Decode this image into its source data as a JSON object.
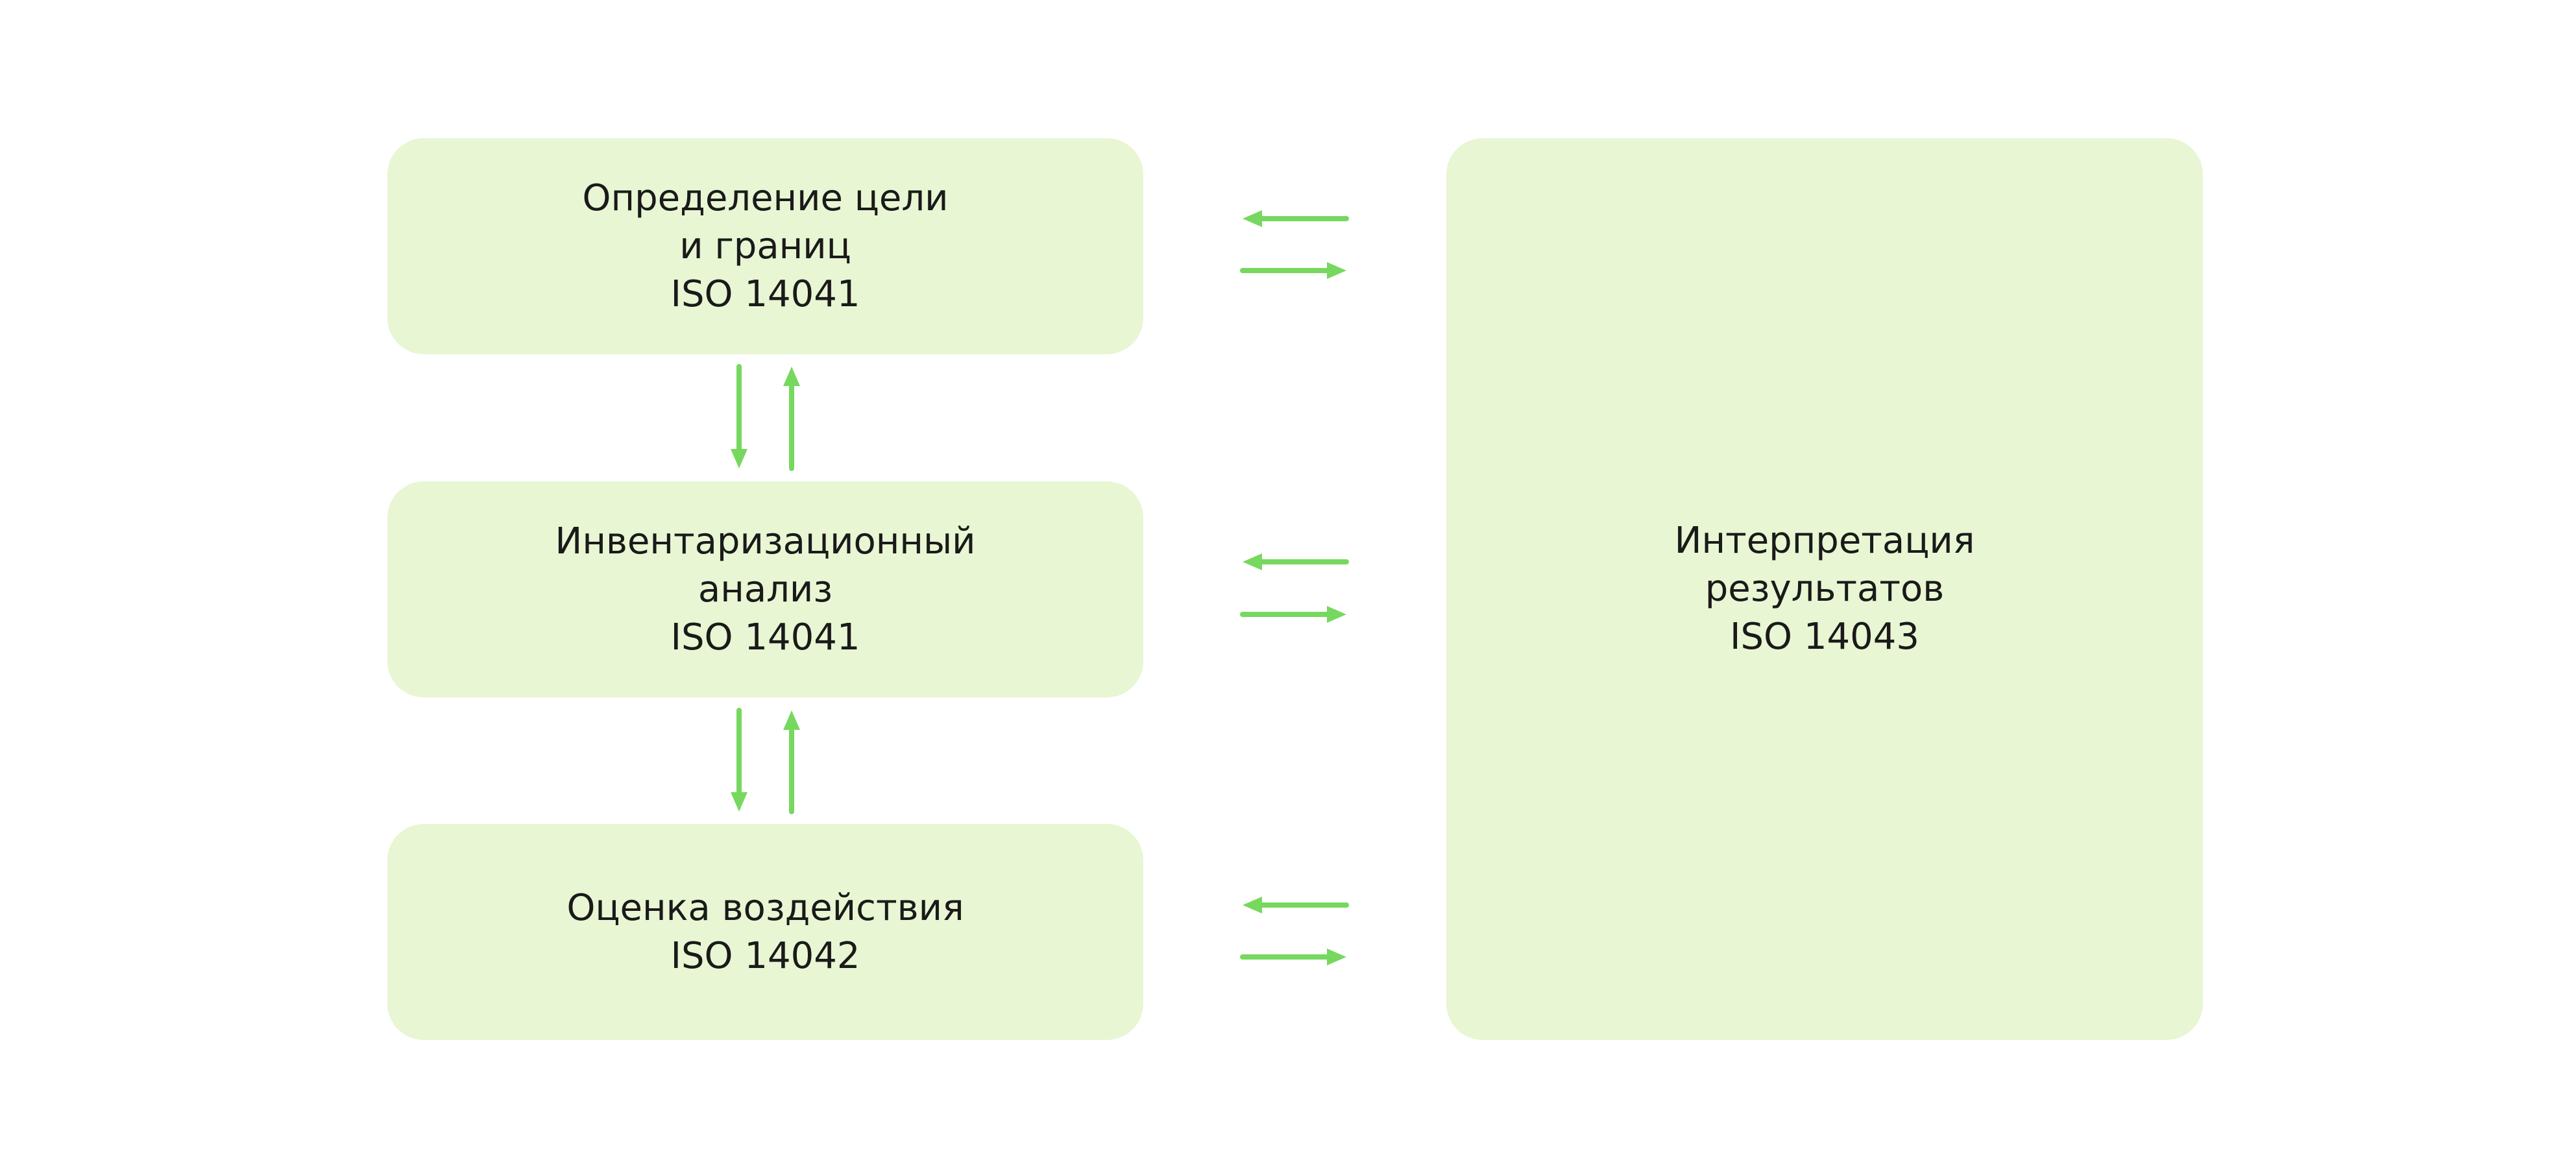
{
  "colors": {
    "box_fill": "#e8f6d3",
    "arrow": "#77d85f",
    "text": "#1a1a1a",
    "background": "#ffffff"
  },
  "stages": {
    "goal": {
      "lines": [
        "Определение цели",
        "и границ",
        "ISO 14041"
      ]
    },
    "inventory": {
      "lines": [
        "Инвентаризационный",
        "анализ",
        "ISO 14041"
      ]
    },
    "impact": {
      "lines": [
        "Оценка воздействия",
        "ISO 14042"
      ]
    },
    "interpretation": {
      "lines": [
        "Интерпретация",
        "результатов",
        "ISO 14043"
      ]
    }
  },
  "connections": [
    {
      "from": "goal",
      "to": "inventory",
      "bidirectional": true
    },
    {
      "from": "inventory",
      "to": "impact",
      "bidirectional": true
    },
    {
      "from": "goal",
      "to": "interpretation",
      "bidirectional": true
    },
    {
      "from": "inventory",
      "to": "interpretation",
      "bidirectional": true
    },
    {
      "from": "impact",
      "to": "interpretation",
      "bidirectional": true
    }
  ]
}
